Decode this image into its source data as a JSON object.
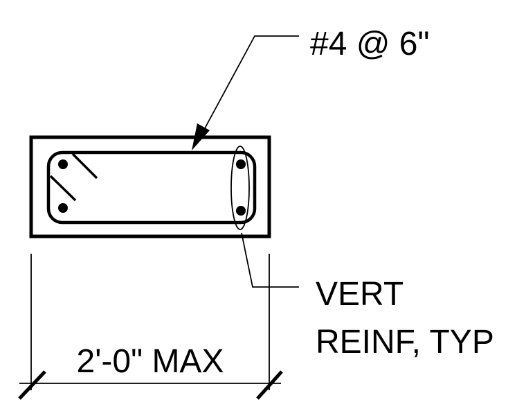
{
  "labels": {
    "rebar_spec": "#4 @ 6\"",
    "vert_line1": "VERT",
    "vert_line2": "REINF, TYP",
    "dimension": "2'-0\" MAX"
  },
  "colors": {
    "ink": "#000000",
    "background": "#ffffff"
  }
}
